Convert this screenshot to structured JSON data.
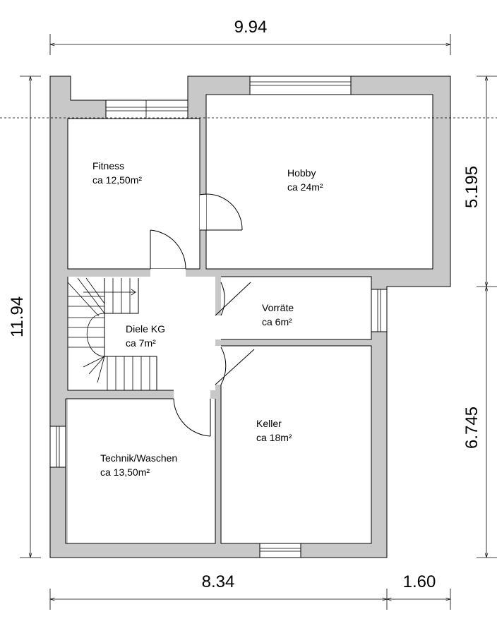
{
  "rooms": {
    "fitness": {
      "name": "Fitness",
      "area": "ca 12,50m²"
    },
    "hobby": {
      "name": "Hobby",
      "area": "ca 24m²"
    },
    "vorraete": {
      "name": "Vorräte",
      "area": "ca 6m²"
    },
    "diele": {
      "name": "Diele KG",
      "area": "ca 7m²"
    },
    "keller": {
      "name": "Keller",
      "area": "ca 18m²"
    },
    "technik": {
      "name": "Technik/Waschen",
      "area": "ca 13,50m²"
    }
  },
  "dimensions": {
    "top_width": "9.94",
    "left_height": "11.94",
    "right_upper": "5.195",
    "right_lower": "6.745",
    "bottom_main": "8.34",
    "bottom_small": "1.60"
  }
}
